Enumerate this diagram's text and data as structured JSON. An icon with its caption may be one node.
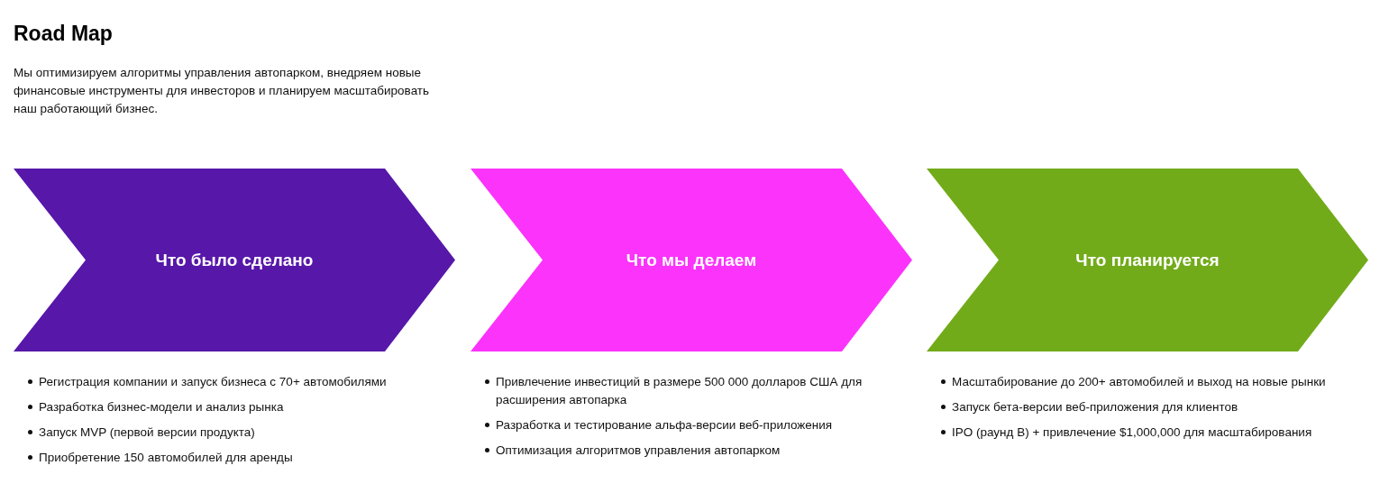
{
  "diagram": {
    "title": "Road Map",
    "nodes": [
      {
        "text": [
          "Что было сделано"
        ],
        "beside": [
          "Регистрация компании и запуск бизнеса с 70+ автомобилями",
          "Разработка бизнес-модели и анализ рынка",
          "Запуск MVP (первой версии продукта)",
          "Приобретение 150 автомобилей для аренды"
        ]
      },
      {
        "text": [
          "Что мы делаем"
        ],
        "beside": [
          "Привлечение инвестиций в размере 500 000 долларов США для расширения автопарка",
          "Разработка и тестирование альфа-версии веб-приложения",
          "Оптимизация алгоритмов управления автопарком"
        ]
      },
      {
        "text": [
          "Что планируется"
        ],
        "beside": [
          "Масштабирование до 200+ автомобилей и выход на новые рынки",
          "Запуск бета-версии веб-приложения для клиентов",
          "IPO (раунд B) + привлечение $1,000,000 для масштабирования"
        ]
      }
    ],
    "labels": [
      "Мы оптимизируем алгоритмы управления автопарком, внедряем новые финансовые инструменты для инвесторов и планируем масштабировать наш работающий бизнес."
    ]
  }
}
